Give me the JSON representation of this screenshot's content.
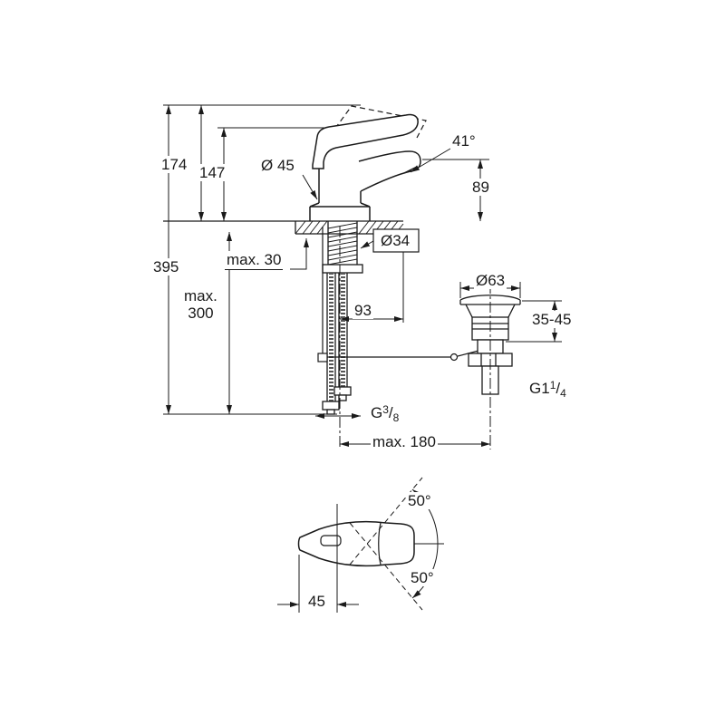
{
  "labels": {
    "h174": "174",
    "h147": "147",
    "h395": "395",
    "max300_line1": "max.",
    "max300_line2": "300",
    "max30": "max. 30",
    "dia45": "Ø 45",
    "dia34": "Ø34",
    "angle_spout": "41°",
    "h89": "89",
    "w93": "93",
    "dia63": "Ø63",
    "range_3545": "35-45",
    "thread_drain": {
      "base": "G1",
      "num": "1",
      "slash": "/",
      "den": "4"
    },
    "thread_supply": {
      "base": "G",
      "num": "3",
      "slash": "/",
      "den": "8"
    },
    "max180": "max. 180",
    "angle_handle_up": "50°",
    "angle_handle_down": "50°",
    "w45": "45"
  },
  "colors": {
    "line": "#1a1a1a",
    "background": "#ffffff",
    "hose_braid": "#555555"
  }
}
